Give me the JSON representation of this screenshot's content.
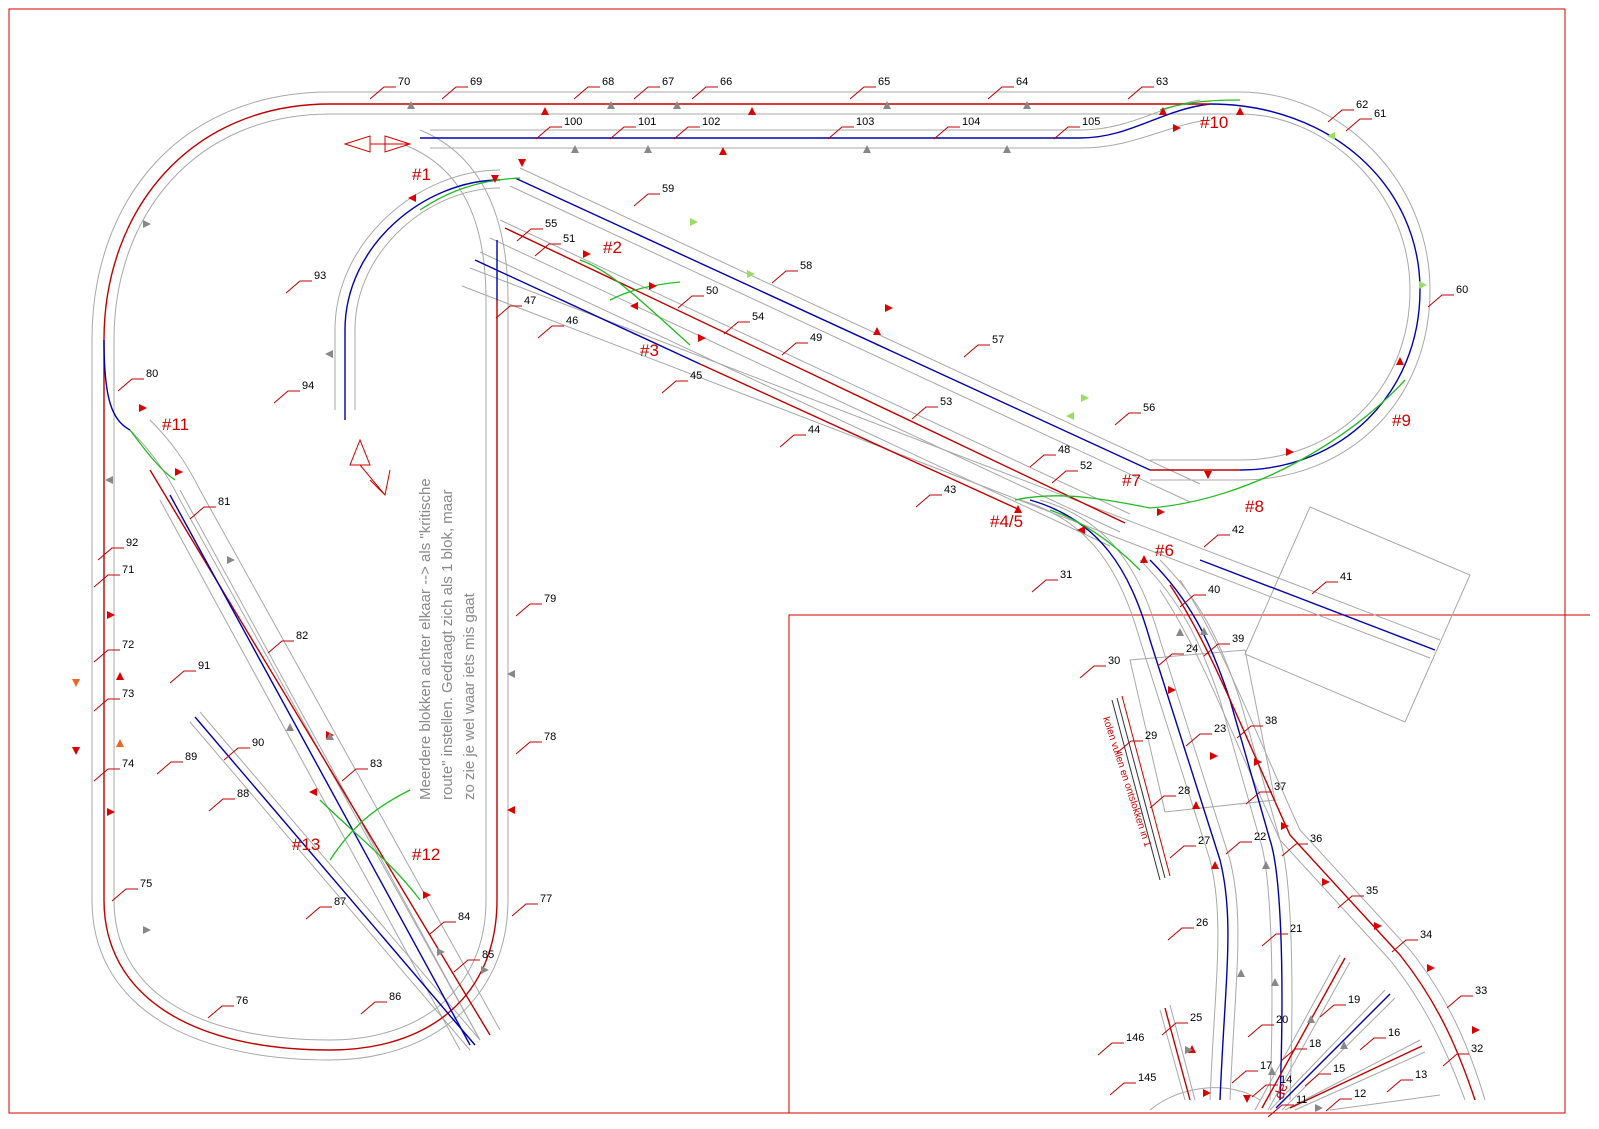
{
  "colors": {
    "frame": "#d00000",
    "track_outline": "#a8a8a8",
    "block_blue": "#0000b0",
    "block_red": "#c00000",
    "turnout_green": "#22bb22",
    "signal_red": "#dd0000",
    "signal_gray": "#888888",
    "signal_green": "#99dd66",
    "signal_orange": "#ee6622"
  },
  "blocks": [
    "11",
    "12",
    "13",
    "14",
    "15",
    "16",
    "17",
    "18",
    "19",
    "20",
    "21",
    "22",
    "23",
    "24",
    "25",
    "26",
    "27",
    "28",
    "29",
    "30",
    "31",
    "32",
    "33",
    "34",
    "35",
    "36",
    "37",
    "38",
    "39",
    "40",
    "41",
    "42",
    "43",
    "44",
    "45",
    "46",
    "47",
    "48",
    "49",
    "50",
    "51",
    "52",
    "53",
    "54",
    "55",
    "56",
    "57",
    "58",
    "59",
    "60",
    "61",
    "62",
    "63",
    "64",
    "65",
    "66",
    "67",
    "68",
    "69",
    "70",
    "71",
    "72",
    "73",
    "74",
    "75",
    "76",
    "77",
    "78",
    "79",
    "80",
    "81",
    "82",
    "83",
    "84",
    "85",
    "86",
    "87",
    "88",
    "89",
    "90",
    "91",
    "92",
    "93",
    "94",
    "100",
    "101",
    "102",
    "103",
    "104",
    "105",
    "145",
    "146"
  ],
  "switches": [
    "#1",
    "#2",
    "#3",
    "#4/5",
    "#6",
    "#7",
    "#8",
    "#9",
    "#10",
    "#11",
    "#12",
    "#13"
  ],
  "notes": {
    "main_line1": "Meerdere blokken achter elkaar --> als \"kritische",
    "main_line2": "route\" instellen. Gedraagt zich als 1 blok, maar",
    "main_line3": "zo zie je wel waar iets mis gaat",
    "coal": "kolen vullen en ontslokken in 1",
    "fragment": "de"
  }
}
